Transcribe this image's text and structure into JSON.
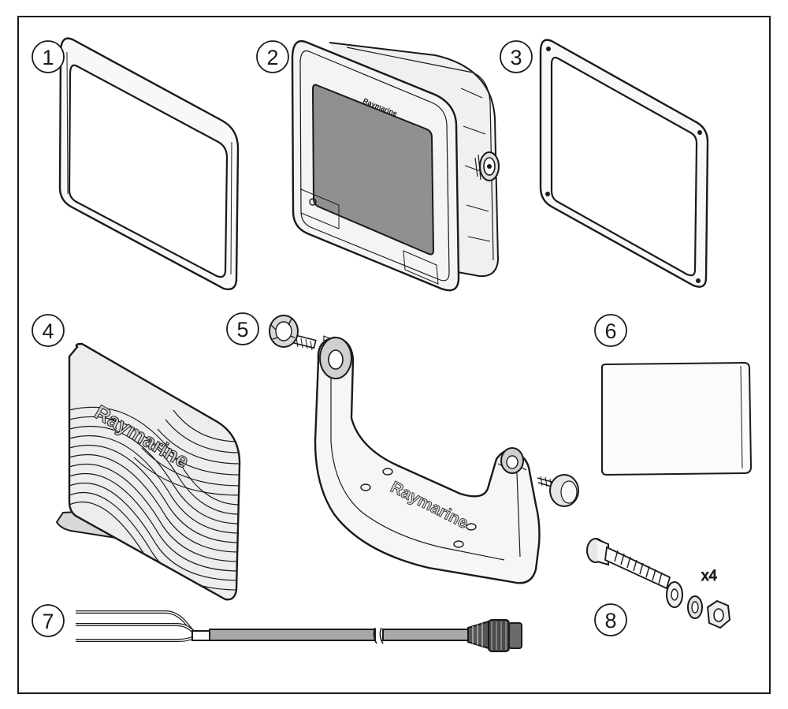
{
  "diagram": {
    "callouts": [
      "1",
      "2",
      "3",
      "4",
      "5",
      "6",
      "7",
      "8"
    ],
    "brand_text": "Raymarine",
    "quantity_label": "x4",
    "colors": {
      "line": "#1a1a1a",
      "screen": "#909090",
      "light_fill": "#f7f7f7",
      "mid_fill": "#d6d6d6"
    }
  }
}
